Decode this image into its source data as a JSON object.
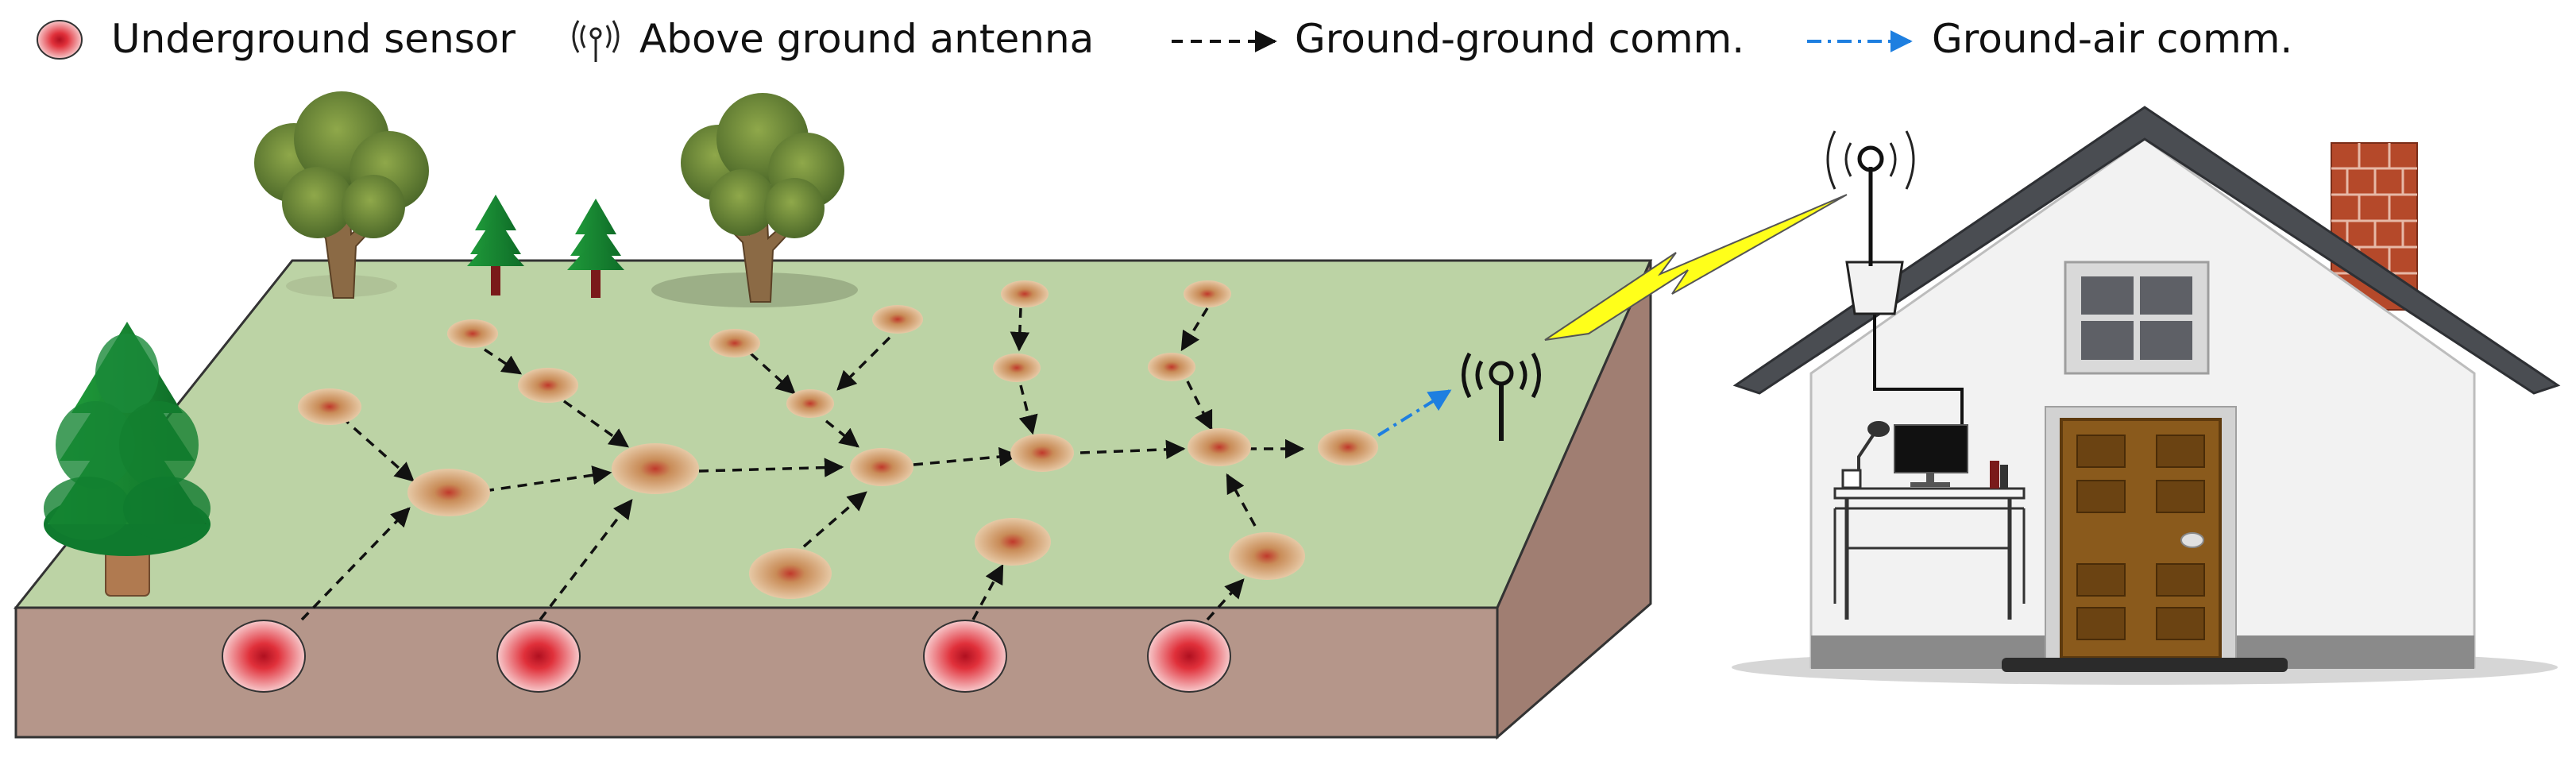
{
  "legend": {
    "underground_sensor": "Underground sensor",
    "above_ground_antenna": "Above ground antenna",
    "ground_ground_comm": "Ground-ground comm.",
    "ground_air_comm": "Ground-air comm."
  },
  "colors": {
    "grass": "#bcd3a5",
    "soil_front": "#b5968a",
    "soil_side": "#a07e72",
    "sensor_red": "#e0303a",
    "node_brown": "#c98c58",
    "ground_air_blue": "#1e7fe0",
    "lightning_yellow": "#ffff1a",
    "roof_dark": "#4a4d52",
    "wall": "#f2f2f2",
    "door": "#8a5a1c",
    "brick": "#b5492a"
  },
  "icons": [
    "sensor-icon",
    "antenna-icon",
    "dashed-arrow-icon",
    "blue-dash-dot-arrow-icon",
    "tree-icon",
    "pine-tree-icon",
    "house-icon",
    "lightning-icon",
    "computer-icon"
  ]
}
